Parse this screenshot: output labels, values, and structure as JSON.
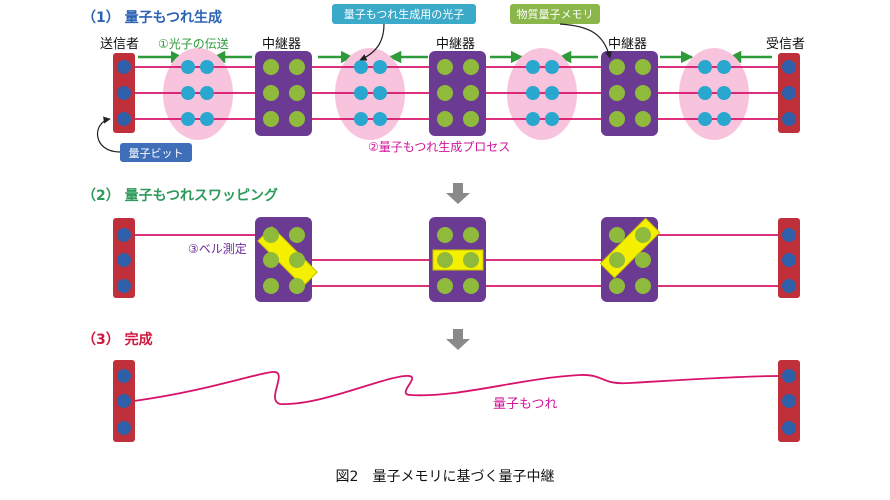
{
  "sections": {
    "s1": "（1） 量子もつれ生成",
    "s2": "（2） 量子もつれスワッピング",
    "s3": "（3） 完成"
  },
  "labels": {
    "sender": "送信者",
    "receiver": "受信者",
    "repeater": "中継器",
    "photon_transfer": "①光子の伝送",
    "gen_process": "②量子もつれ生成プロセス",
    "bell": "③ベル測定",
    "entangled": "量子もつれ"
  },
  "callouts": {
    "photon": "量子もつれ生成用の光子",
    "memory": "物質量子メモリ",
    "qubit": "量子ビット"
  },
  "caption": "図2　量子メモリに基づく量子中継",
  "colors": {
    "memory_box": "#6b3a92",
    "memory_dot": "#8fba3c",
    "photon_dot": "#2aa7cf",
    "qubit_dot": "#2e5fa8",
    "endpoint": "#c0303a",
    "link_line": "#d8126a",
    "pink_halo": "#f7c3dd",
    "highlight": "#f4f000",
    "arrow_green": "#2e9a3a",
    "section1": "#2b63b4",
    "section2": "#2e9a5a",
    "section3": "#d0183c",
    "callout_photon": "#3aaac8",
    "callout_memory": "#8ab64a",
    "callout_qubit": "#3f6fb8"
  }
}
